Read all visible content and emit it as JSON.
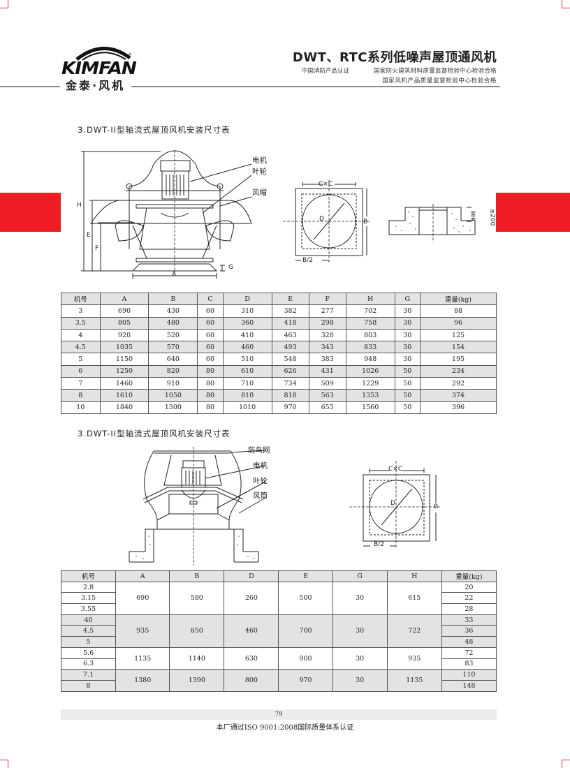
{
  "header": {
    "brand_en": "KIMFAN",
    "brand_cn": "金泰·风机",
    "registered_mark": "®",
    "title": "DWT、RTC系列低噪声屋顶通风机",
    "certifications": [
      "中国消防产品认证",
      "国家防火建筑材料质量监督检验中心检验合格",
      "国家风机产品质量监督检验中心检验合格"
    ]
  },
  "section1": {
    "title": "3.DWT-II型轴流式屋顶风机安装尺寸表",
    "diagram_labels": {
      "motor": "电机",
      "impeller": "叶轮",
      "hood": "风帽",
      "dim_H": "H",
      "dim_E": "E",
      "dim_F": "F",
      "dim_G": "G",
      "dim_A": "A",
      "plan_CxC": "C×C",
      "plan_D": "D",
      "plan_B": "B",
      "plan_B2": "B/2",
      "roof_surface": "屋面",
      "min_height": "≥200"
    },
    "table": {
      "headers": [
        "机号",
        "A",
        "B",
        "C",
        "D",
        "E",
        "F",
        "H",
        "G",
        "重量(kg)"
      ],
      "rows": [
        [
          "3",
          "690",
          "430",
          "60",
          "310",
          "382",
          "277",
          "702",
          "30",
          "88"
        ],
        [
          "3.5",
          "805",
          "480",
          "60",
          "360",
          "418",
          "298",
          "758",
          "30",
          "96"
        ],
        [
          "4",
          "920",
          "520",
          "60",
          "410",
          "463",
          "328",
          "803",
          "30",
          "125"
        ],
        [
          "4.5",
          "1035",
          "570",
          "60",
          "460",
          "493",
          "343",
          "833",
          "30",
          "154"
        ],
        [
          "5",
          "1150",
          "640",
          "60",
          "510",
          "548",
          "383",
          "948",
          "30",
          "195"
        ],
        [
          "6",
          "1250",
          "820",
          "80",
          "610",
          "626",
          "431",
          "1026",
          "50",
          "234"
        ],
        [
          "7",
          "1460",
          "910",
          "80",
          "710",
          "734",
          "509",
          "1229",
          "50",
          "292"
        ],
        [
          "8",
          "1610",
          "1050",
          "80",
          "810",
          "818",
          "563",
          "1353",
          "50",
          "374"
        ],
        [
          "10",
          "1840",
          "1300",
          "80",
          "1010",
          "970",
          "655",
          "1560",
          "50",
          "396"
        ]
      ]
    }
  },
  "section2": {
    "title": "3.DWT-II型轴流式屋顶风机安装尺寸表",
    "diagram_labels": {
      "bird_screen": "防鸟网",
      "motor": "电机",
      "impeller": "叶轮",
      "duct": "风筒",
      "plan_CxC": "C×C",
      "plan_D": "D",
      "plan_B": "B",
      "plan_B2": "B/2"
    },
    "table": {
      "headers": [
        "机号",
        "A",
        "B",
        "D",
        "E",
        "G",
        "H",
        "重量(kg)"
      ],
      "groups": [
        {
          "models": [
            "2.8",
            "3.15",
            "3.55"
          ],
          "A": "690",
          "B": "580",
          "D": "260",
          "E": "500",
          "G": "30",
          "H": "615",
          "weights": [
            "20",
            "22",
            "28"
          ]
        },
        {
          "models": [
            "40",
            "4.5",
            "5"
          ],
          "A": "935",
          "B": "850",
          "D": "460",
          "E": "700",
          "G": "30",
          "H": "722",
          "weights": [
            "33",
            "36",
            "48"
          ]
        },
        {
          "models": [
            "5.6",
            "6.3"
          ],
          "A": "1135",
          "B": "1140",
          "D": "630",
          "E": "900",
          "G": "30",
          "H": "935",
          "weights": [
            "72",
            "83"
          ]
        },
        {
          "models": [
            "7.1",
            "8"
          ],
          "A": "1380",
          "B": "1390",
          "D": "800",
          "E": "970",
          "G": "30",
          "H": "1135",
          "weights": [
            "110",
            "148"
          ]
        }
      ]
    }
  },
  "footer": {
    "page_number": "79",
    "note": "本厂通过ISO 9001:2008国际质量体系认证"
  },
  "colors": {
    "accent_red": "#ee1c25",
    "table_grey": "#e3e3e3",
    "rule_grey": "#8a8a8a"
  }
}
